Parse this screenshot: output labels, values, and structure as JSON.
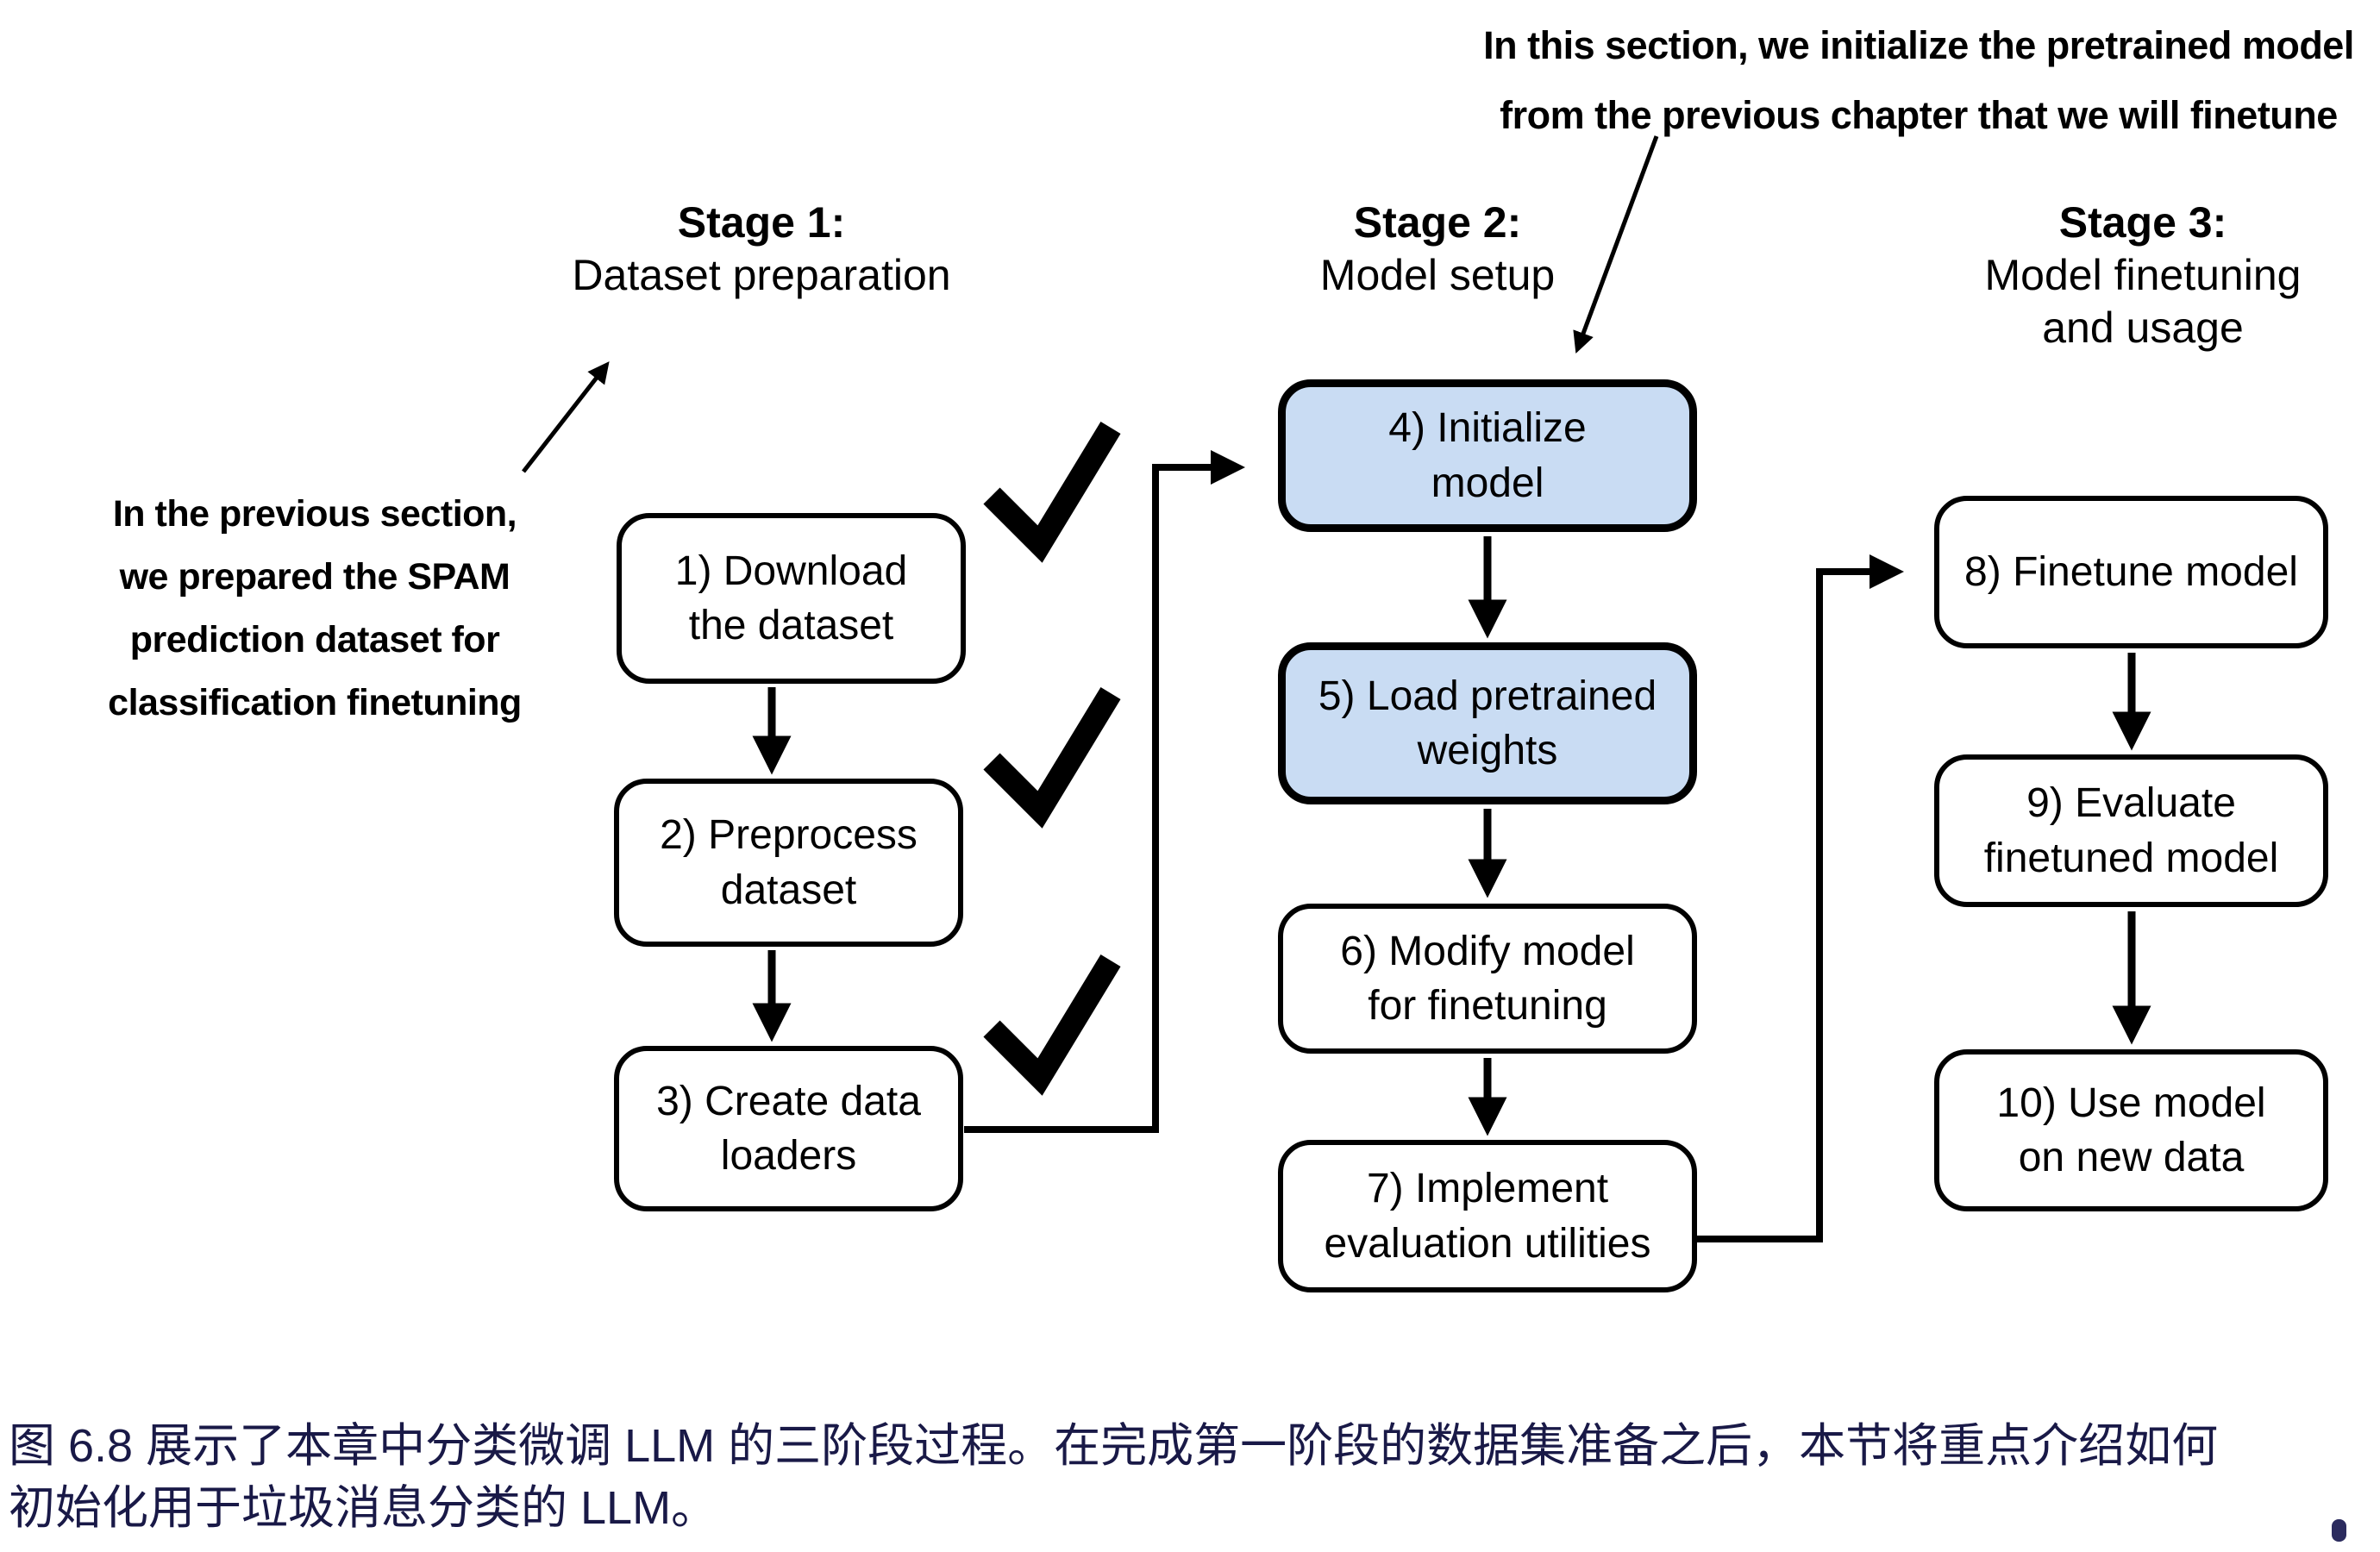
{
  "figure": {
    "stages": [
      {
        "title": "Stage 1:",
        "subtitle": "Dataset preparation"
      },
      {
        "title": "Stage 2:",
        "subtitle": "Model setup"
      },
      {
        "title": "Stage 3:",
        "subtitle": "Model finetuning\nand usage"
      }
    ],
    "annotations": {
      "top": "In this section, we initialize the pretrained model\nfrom the previous chapter that we will finetune",
      "left": "In the previous section,\nwe prepared the SPAM\nprediction dataset for\nclassification finetuning"
    },
    "boxes": [
      {
        "label": "1) Download\nthe dataset",
        "highlighted": false,
        "checked": true
      },
      {
        "label": "2) Preprocess\ndataset",
        "highlighted": false,
        "checked": true
      },
      {
        "label": "3) Create data\nloaders",
        "highlighted": false,
        "checked": true
      },
      {
        "label": "4) Initialize\nmodel",
        "highlighted": true,
        "checked": false
      },
      {
        "label": "5) Load pretrained\nweights",
        "highlighted": true,
        "checked": false
      },
      {
        "label": "6) Modify model\nfor finetuning",
        "highlighted": false,
        "checked": false
      },
      {
        "label": "7) Implement\nevaluation utilities",
        "highlighted": false,
        "checked": false
      },
      {
        "label": "8) Finetune model",
        "highlighted": false,
        "checked": false
      },
      {
        "label": "9) Evaluate\nfinetuned model",
        "highlighted": false,
        "checked": false
      },
      {
        "label": "10) Use model\non new data",
        "highlighted": false,
        "checked": false
      }
    ],
    "icons": {
      "checkmark": "✓"
    },
    "colors": {
      "highlight_fill": "#c9dcf3",
      "box_fill": "#ffffff",
      "stroke": "#000000",
      "caption_text": "#191947"
    }
  },
  "caption": {
    "text": "图 6.8 展示了本章中分类微调 LLM 的三阶段过程。在完成第一阶段的数据集准备之后，本节将重点介绍如何\n初始化用于垃圾消息分类的 LLM。"
  }
}
